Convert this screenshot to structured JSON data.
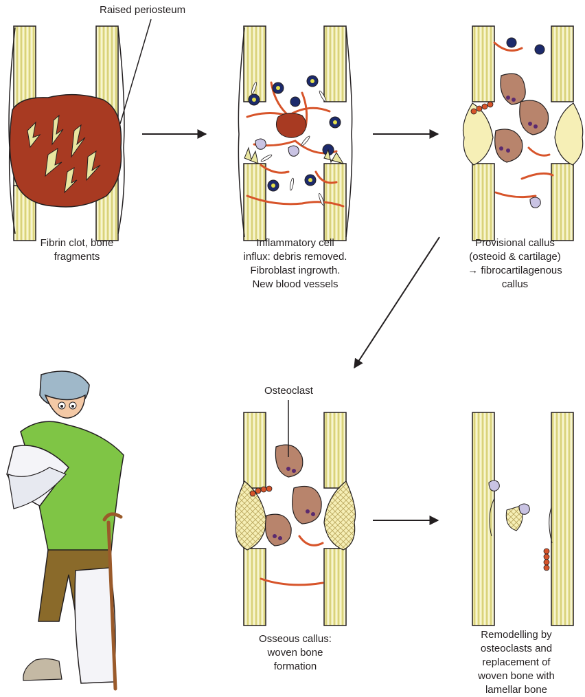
{
  "labels": {
    "raised_periosteum": "Raised periosteum",
    "osteoclast": "Osteoclast"
  },
  "stages": [
    {
      "caption": [
        "Fibrin clot, bone",
        "fragments"
      ]
    },
    {
      "caption": [
        "Inflammatory cell",
        "influx: debris removed.",
        "Fibroblast ingrowth.",
        "New blood vessels"
      ]
    },
    {
      "caption": [
        "Provisional callus",
        "(osteoid & cartilage)",
        "→ fibrocartilagenous",
        "callus"
      ]
    },
    {
      "caption": [
        "Osseous callus:",
        "woven bone",
        "formation"
      ]
    },
    {
      "caption": [
        "Remodelling by",
        "osteoclasts and",
        "replacement of",
        "woven bone with",
        "lamellar bone"
      ]
    }
  ],
  "colors": {
    "cortex": "#eee9a4",
    "cortex_stripe": "#c9c163",
    "clot": "#a83a22",
    "vessel": "#d7542a",
    "osteoclast": "#b8846c",
    "osteoclast_nucleus": "#5b2a6e",
    "inflammatory_cell": "#1c2a6b",
    "cartilage": "#f6efb6",
    "shirt": "#7fc545",
    "trousers": "#8a6a2a",
    "cast": "#f4f4f8"
  },
  "icons": [
    "arrow-right-icon",
    "arrow-down-left-icon",
    "patient-illustration"
  ]
}
